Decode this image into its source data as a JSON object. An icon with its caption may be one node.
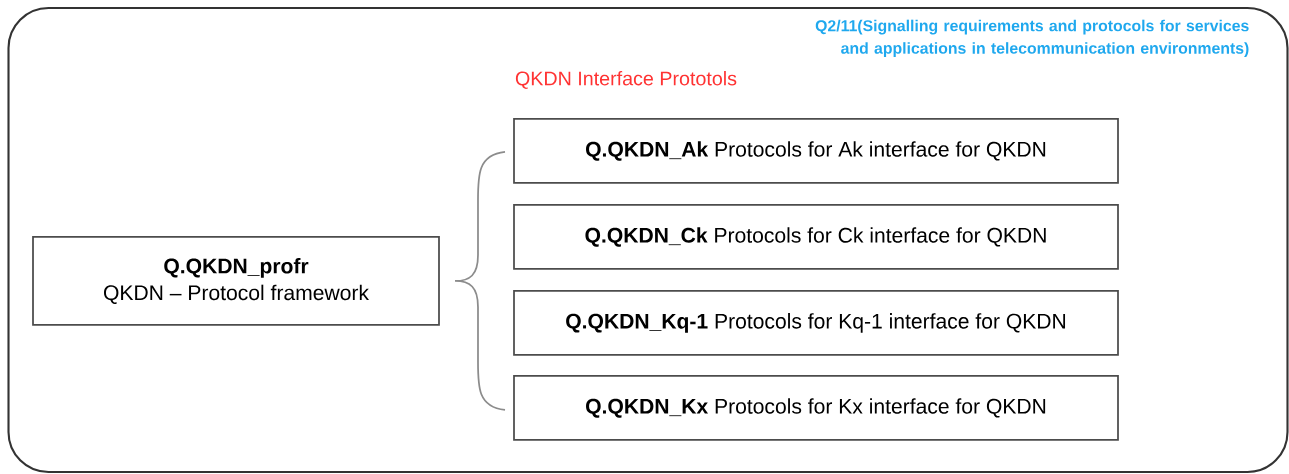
{
  "diagram": {
    "nodes": [
      {
        "text": [
          "Q2/11(Signalling requirements and protocols for services and applications in telecommunication environments)",
          "QKDN Interface Prototols"
        ]
      },
      {
        "text": [
          "Q.QKDN_profr",
          "QKDN – Protocol framework"
        ],
        "in": 0
      },
      {
        "text": [
          "**Q.QKDN_Ak** Protocols for Ak interface for QKDN"
        ],
        "in": 0
      },
      {
        "text": [
          "**Q.QKDN_Ck** Protocols for Ck interface for QKDN"
        ],
        "in": 0
      },
      {
        "text": [
          "**Q.QKDN_Kq-1** Protocols for Kq-1 interface for QKDN"
        ],
        "in": 0
      },
      {
        "text": [
          "**Q.QKDN_Kx** Protocols for Kx interface for QKDN"
        ],
        "in": 0
      }
    ]
  }
}
